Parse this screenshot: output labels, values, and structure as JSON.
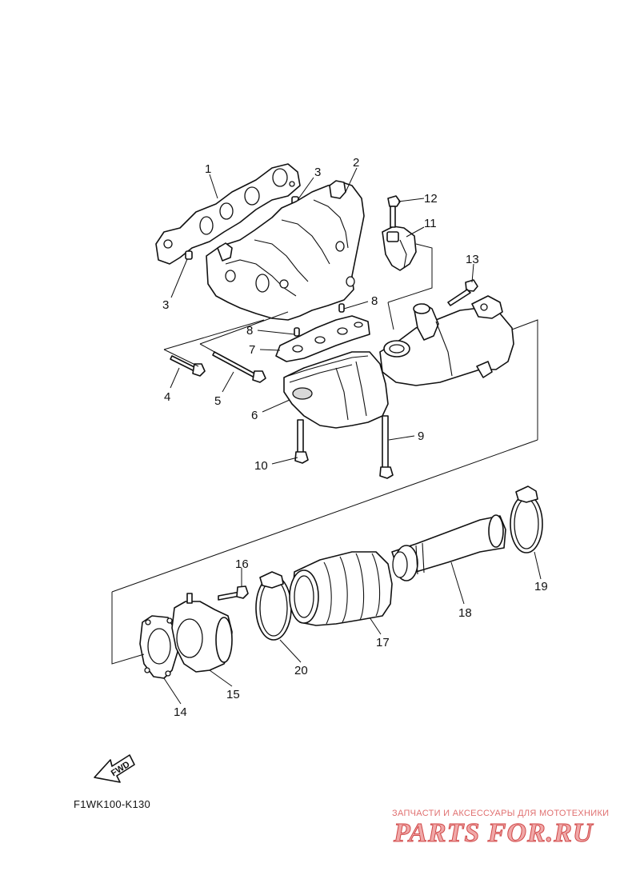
{
  "callouts": [
    "1",
    "2",
    "3",
    "3",
    "4",
    "5",
    "6",
    "7",
    "8",
    "8",
    "9",
    "10",
    "11",
    "12",
    "13",
    "14",
    "15",
    "16",
    "17",
    "18",
    "19",
    "20"
  ],
  "diagram_code": "F1WK100-K130",
  "fwd_label": "FWD",
  "watermark": {
    "tagline": "ЗАПЧАСТИ И АКСЕССУАРЫ ДЛЯ МОТОТЕХНИКИ",
    "logo": "PARTS FOR.RU"
  }
}
